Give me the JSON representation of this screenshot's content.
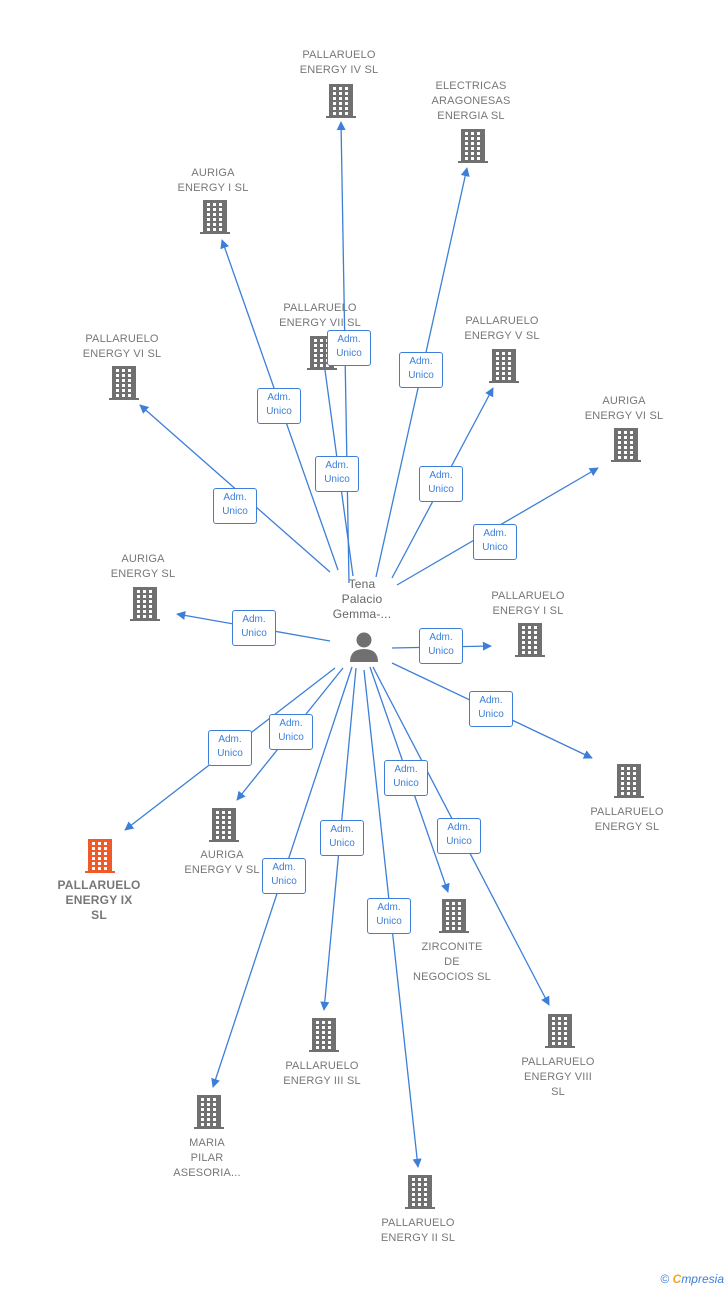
{
  "center": {
    "label": "Tena\nPalacio\nGemma-...",
    "icon": "person-icon"
  },
  "relation_label": "Adm.\nUnico",
  "colors": {
    "building": "#707070",
    "highlight": "#f05a28",
    "edge": "#3d7fd8",
    "text": "#777777"
  },
  "nodes": [
    {
      "id": "n1",
      "label": "PALLARUELO\nENERGY IV  SL"
    },
    {
      "id": "n2",
      "label": "ELECTRICAS\nARAGONESAS\nENERGIA  SL"
    },
    {
      "id": "n3",
      "label": "AURIGA\nENERGY I  SL"
    },
    {
      "id": "n4",
      "label": "PALLARUELO\nENERGY VII  SL"
    },
    {
      "id": "n5",
      "label": "PALLARUELO\nENERGY V  SL"
    },
    {
      "id": "n6",
      "label": "PALLARUELO\nENERGY VI  SL"
    },
    {
      "id": "n7",
      "label": "AURIGA\nENERGY VI  SL"
    },
    {
      "id": "n8",
      "label": "AURIGA\nENERGY  SL"
    },
    {
      "id": "n9",
      "label": "PALLARUELO\nENERGY I  SL"
    },
    {
      "id": "n10",
      "label": "PALLARUELO\nENERGY  SL"
    },
    {
      "id": "n11",
      "label": "PALLARUELO\nENERGY IX\nSL",
      "highlight": true
    },
    {
      "id": "n12",
      "label": "AURIGA\nENERGY V  SL"
    },
    {
      "id": "n13",
      "label": "ZIRCONITE\nDE\nNEGOCIOS  SL"
    },
    {
      "id": "n14",
      "label": "PALLARUELO\nENERGY VIII\nSL"
    },
    {
      "id": "n15",
      "label": "PALLARUELO\nENERGY III  SL"
    },
    {
      "id": "n16",
      "label": "MARIA\nPILAR\nASESORIA..."
    },
    {
      "id": "n17",
      "label": "PALLARUELO\nENERGY II  SL"
    }
  ],
  "footer": {
    "copyright": "©",
    "brand_initial": "C",
    "brand_rest": "mpresia"
  }
}
